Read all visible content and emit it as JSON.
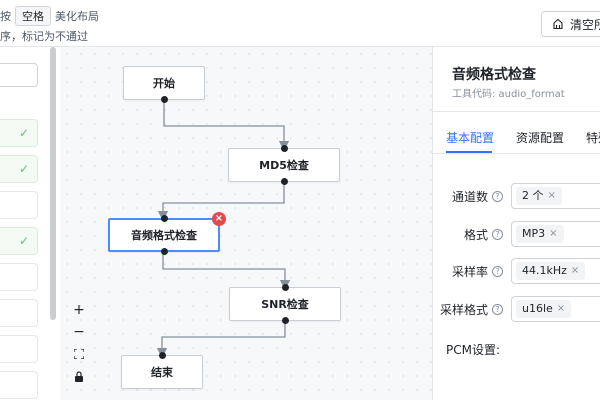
{
  "toolbar": {
    "hint_prefix": "按",
    "hint_key": "空格",
    "hint_suffix": "美化布局",
    "hint_line2": "序，标记为不通过",
    "clear_label": "清空所"
  },
  "nodes": {
    "start": "开始",
    "md5": "MD5检查",
    "audio_format": "音频格式检查",
    "snr": "SNR检查",
    "end": "结束"
  },
  "zoom_controls": {
    "zoom_in": "+",
    "zoom_out": "−",
    "fit": "⛶",
    "lock": "🔒"
  },
  "panel": {
    "title": "音频格式检查",
    "tool_code": "工具代码: audio_format",
    "tabs": [
      "基本配置",
      "资源配置",
      "特殊"
    ],
    "fields": [
      {
        "label": "通道数",
        "value": "2 个"
      },
      {
        "label": "格式",
        "value": "MP3"
      },
      {
        "label": "采样率",
        "value": "44.1kHz"
      },
      {
        "label": "采样格式",
        "value": "u16le"
      }
    ],
    "pcm_label": "PCM设置:"
  }
}
